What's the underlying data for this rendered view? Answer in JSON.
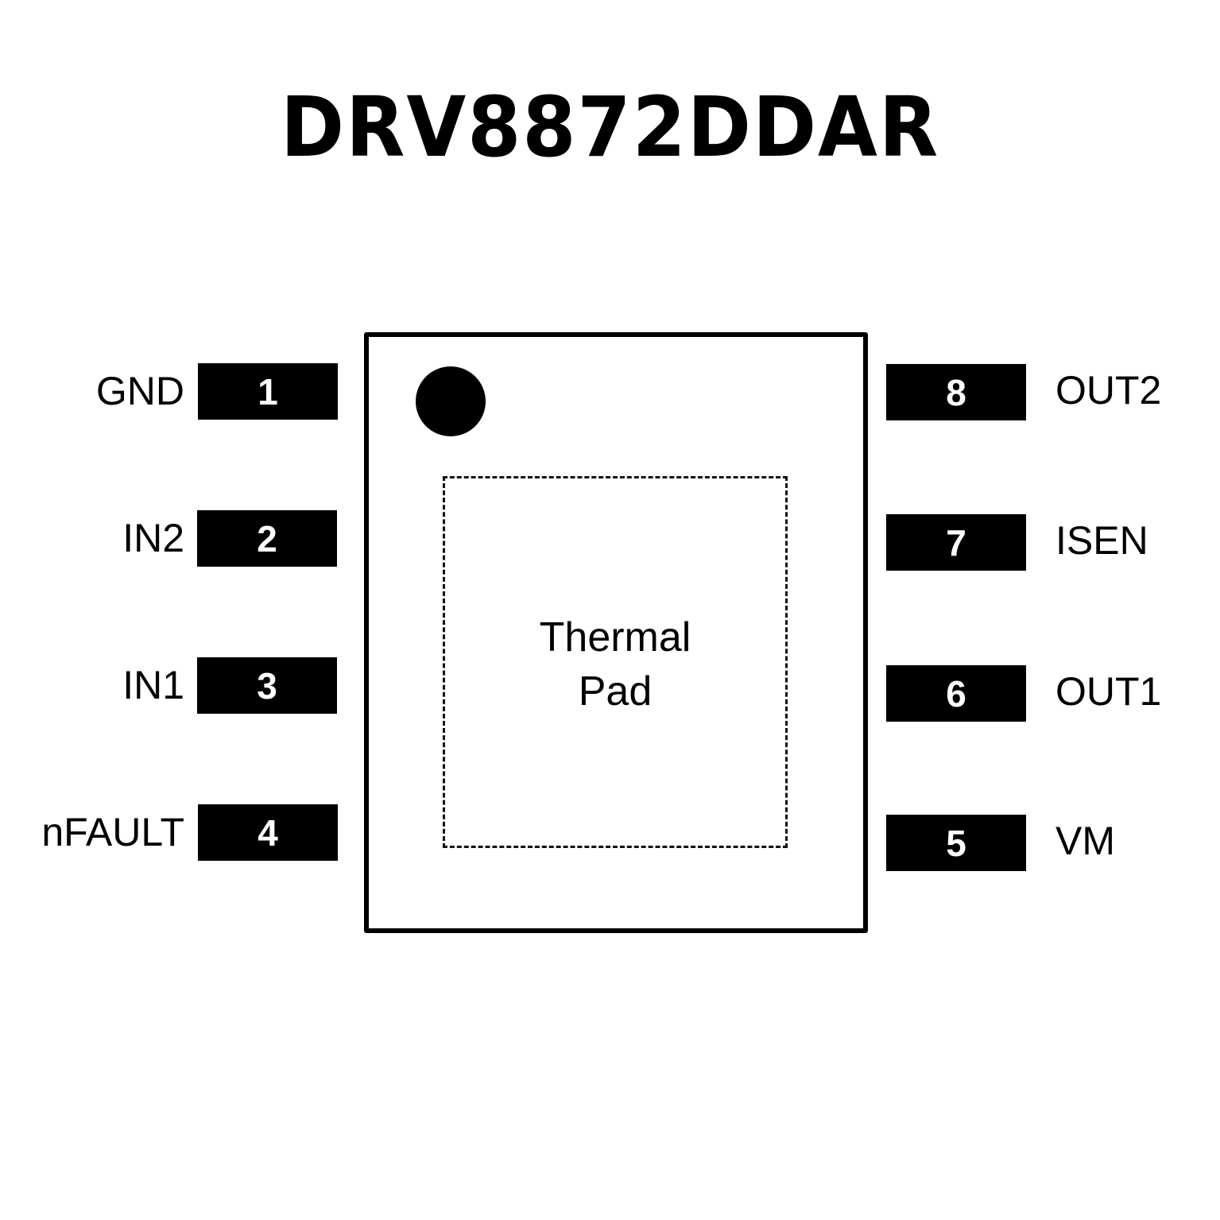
{
  "title": "DRV8872DDAR",
  "package": {
    "thermal_pad_label_line1": "Thermal",
    "thermal_pad_label_line2": "Pad",
    "pin1_marker": "pin1-dot"
  },
  "left_pins": [
    {
      "number": "1",
      "name": "GND"
    },
    {
      "number": "2",
      "name": "IN2"
    },
    {
      "number": "3",
      "name": "IN1"
    },
    {
      "number": "4",
      "name": "nFAULT"
    }
  ],
  "right_pins": [
    {
      "number": "8",
      "name": "OUT2"
    },
    {
      "number": "7",
      "name": "ISEN"
    },
    {
      "number": "6",
      "name": "OUT1"
    },
    {
      "number": "5",
      "name": "VM"
    }
  ]
}
